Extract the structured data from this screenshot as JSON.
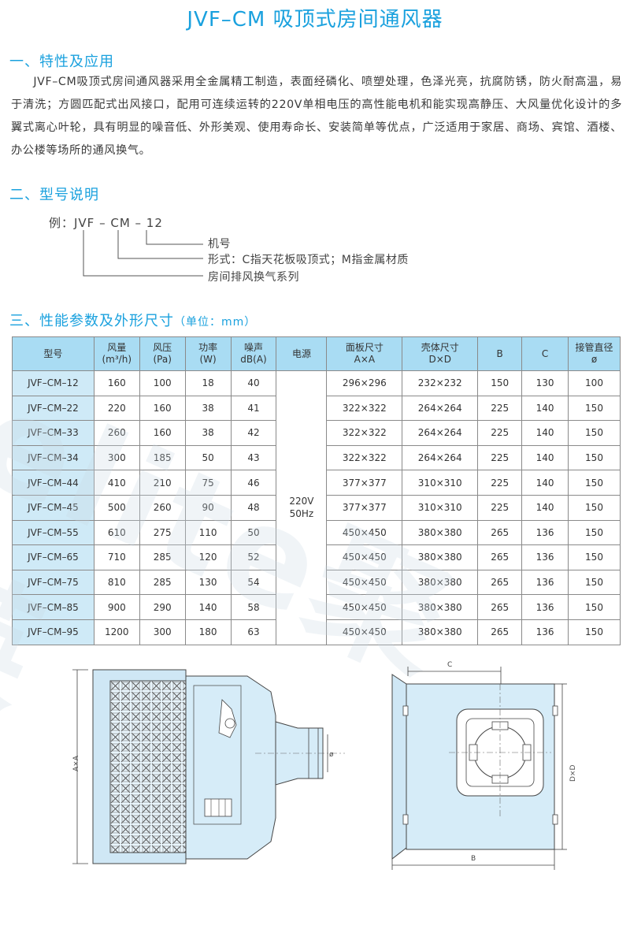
{
  "title": "JVF–CM 吸顶式房间通风器",
  "sections": {
    "features": {
      "heading": "一、特性及应用",
      "text": "JVF–CM吸顶式房间通风器采用全金属精工制造，表面经磷化、喷塑处理，色泽光亮，抗腐防锈，防火耐高温，易于清洗；方圆匹配式出风接口，配用可连续运转的220V单相电压的高性能电机和能实现高静压、大风量优化设计的多翼式离心叶轮，具有明显的噪音低、外形美观、使用寿命长、安装简单等优点，广泛适用于家居、商场、宾馆、酒楼、办公楼等场所的通风换气。"
    },
    "model": {
      "heading": "二、型号说明",
      "example": "例：JVF – CM – 12",
      "descriptions": [
        "机号",
        "形式：C指天花板吸顶式；M指金属材质",
        "房间排风换气系列"
      ]
    },
    "specs": {
      "heading": "三、性能参数及外形尺寸",
      "unit": "（单位：mm）"
    }
  },
  "table": {
    "headers": [
      [
        "型号"
      ],
      [
        "风量",
        "(m³/h)"
      ],
      [
        "风压",
        "(Pa)"
      ],
      [
        "功率",
        "(W)"
      ],
      [
        "噪声",
        "dB(A)"
      ],
      [
        "电源"
      ],
      [
        "面板尺寸",
        "A×A"
      ],
      [
        "壳体尺寸",
        "D×D"
      ],
      [
        "B"
      ],
      [
        "C"
      ],
      [
        "接管直径",
        "ø"
      ]
    ],
    "power_supply": [
      "220V",
      "50Hz"
    ],
    "rows": [
      [
        "JVF–CM–12",
        "160",
        "100",
        "18",
        "40",
        "296×296",
        "232×232",
        "150",
        "130",
        "100"
      ],
      [
        "JVF–CM–22",
        "220",
        "160",
        "38",
        "41",
        "322×322",
        "264×264",
        "225",
        "140",
        "150"
      ],
      [
        "JVF–CM–33",
        "260",
        "160",
        "38",
        "42",
        "322×322",
        "264×264",
        "225",
        "140",
        "150"
      ],
      [
        "JVF–CM–34",
        "300",
        "185",
        "50",
        "43",
        "322×322",
        "264×264",
        "225",
        "140",
        "150"
      ],
      [
        "JVF–CM–44",
        "410",
        "210",
        "75",
        "46",
        "377×377",
        "310×310",
        "225",
        "140",
        "150"
      ],
      [
        "JVF–CM–45",
        "500",
        "260",
        "90",
        "48",
        "377×377",
        "310×310",
        "225",
        "140",
        "150"
      ],
      [
        "JVF–CM–55",
        "610",
        "275",
        "110",
        "50",
        "450×450",
        "380×380",
        "265",
        "136",
        "150"
      ],
      [
        "JVF–CM–65",
        "710",
        "285",
        "120",
        "52",
        "450×450",
        "380×380",
        "265",
        "136",
        "150"
      ],
      [
        "JVF–CM–75",
        "810",
        "285",
        "130",
        "54",
        "450×450",
        "380×380",
        "265",
        "136",
        "150"
      ],
      [
        "JVF–CM–85",
        "900",
        "290",
        "140",
        "58",
        "450×450",
        "380×380",
        "265",
        "136",
        "150"
      ],
      [
        "JVF–CM–95",
        "1200",
        "300",
        "180",
        "63",
        "450×450",
        "380×380",
        "265",
        "136",
        "150"
      ]
    ]
  },
  "watermark": "elite聚英",
  "drawing": {
    "dim_a": "A×A",
    "dim_phi": "ø",
    "dim_c": "C",
    "dim_d": "D×D",
    "dim_b": "B"
  },
  "colors": {
    "accent": "#1aa1de",
    "header_bg": "#a9dcf3",
    "first_col_bg": "#cfeaf7",
    "drawing_fill": "#d6ecf8"
  }
}
